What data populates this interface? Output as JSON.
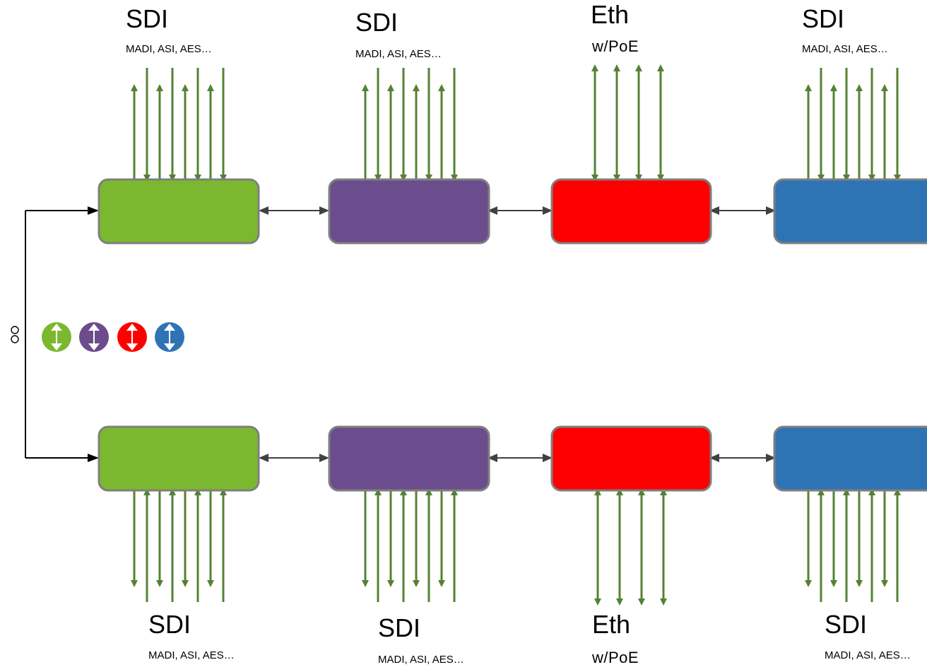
{
  "colors": {
    "green": "#7cb82f",
    "purple": "#6b4c8c",
    "red": "#ff0000",
    "blue": "#2e74b5",
    "module_border": "#7f7f7f",
    "signal_line": "#548235",
    "link_arrow": "#404040"
  },
  "labels": {
    "top": [
      {
        "main": "SDI",
        "sub": "MADI, ASI, AES…"
      },
      {
        "main": "SDI",
        "sub": "MADI, ASI, AES…"
      },
      {
        "main": "Eth",
        "sub": "w/PoE"
      },
      {
        "main": "SDI",
        "sub": "MADI, ASI, AES…"
      }
    ],
    "bottom": [
      {
        "main": "SDI",
        "sub": "MADI, ASI, AES…"
      },
      {
        "main": "SDI",
        "sub": "MADI, ASI, AES…"
      },
      {
        "main": "Eth",
        "sub": "w/PoE"
      },
      {
        "main": "SDI",
        "sub": "MADI, ASI, AES…"
      }
    ]
  },
  "legend": {
    "items": [
      "green-bidirectional-icon",
      "purple-bidirectional-icon",
      "red-bidirectional-icon",
      "blue-bidirectional-icon"
    ]
  },
  "icons": {
    "optical-splitter": "optical-splitter-icon"
  }
}
